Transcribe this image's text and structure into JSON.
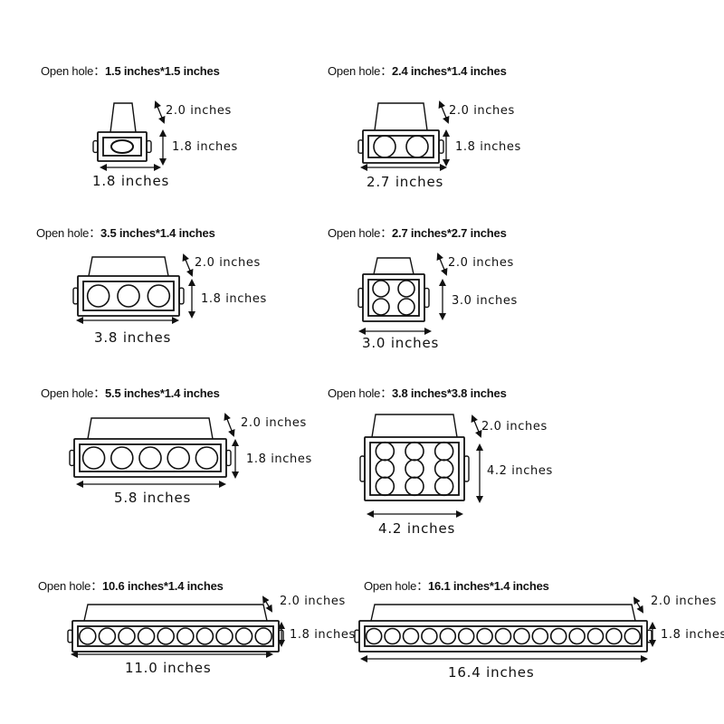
{
  "open_hole_label": "Open hole：",
  "units": [
    {
      "id": "u1",
      "leds_label": "1-lamp",
      "open_hole": "1.5 inches*1.5 inches",
      "depth": "2.0  inches",
      "height": "1.8  inches",
      "width": "1.8  inches"
    },
    {
      "id": "u2",
      "leds_label": "2-lamp",
      "open_hole": "2.4 inches*1.4 inches",
      "depth": "2.0  inches",
      "height": "1.8  inches",
      "width": "2.7  inches"
    },
    {
      "id": "u3",
      "leds_label": "3-lamp",
      "open_hole": "3.5 inches*1.4 inches",
      "depth": "2.0  inches",
      "height": "1.8  inches",
      "width": "3.8  inches"
    },
    {
      "id": "u4",
      "leds_label": "4-lamp",
      "open_hole": "2.7 inches*2.7 inches",
      "depth": "2.0  inches",
      "height": "3.0  inches",
      "width": "3.0  inches"
    },
    {
      "id": "u5",
      "leds_label": "5-lamp",
      "open_hole": "5.5 inches*1.4 inches",
      "depth": "2.0  inches",
      "height": "1.8  inches",
      "width": "5.8  inches"
    },
    {
      "id": "u6",
      "leds_label": "9-lamp",
      "open_hole": "3.8 inches*3.8 inches",
      "depth": "2.0  inches",
      "height": "4.2  inches",
      "width": "4.2  inches"
    },
    {
      "id": "u7",
      "leds_label": "10-lamp",
      "open_hole": "10.6 inches*1.4 inches",
      "depth": "2.0  inches",
      "height": "1.8  inches",
      "width": "11.0  inches"
    },
    {
      "id": "u8",
      "leds_label": "15-lamp",
      "open_hole": "16.1 inches*1.4 inches",
      "depth": "2.0  inches",
      "height": "1.8  inches",
      "width": "16.4  inches"
    }
  ]
}
